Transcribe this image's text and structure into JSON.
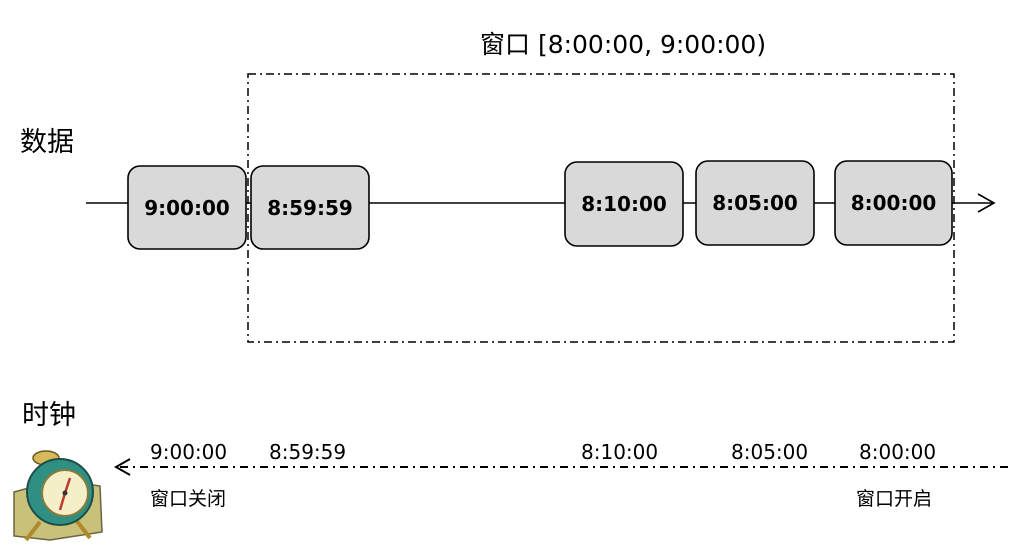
{
  "window": {
    "title": "窗口 [8:00:00, 9:00:00)"
  },
  "data_row": {
    "label": "数据",
    "events": [
      {
        "time": "9:00:00"
      },
      {
        "time": "8:59:59"
      },
      {
        "time": "8:10:00"
      },
      {
        "time": "8:05:00"
      },
      {
        "time": "8:00:00"
      }
    ]
  },
  "clock_row": {
    "label": "时钟",
    "ticks": [
      {
        "time": "9:00:00"
      },
      {
        "time": "8:59:59"
      },
      {
        "time": "8:10:00"
      },
      {
        "time": "8:05:00"
      },
      {
        "time": "8:00:00"
      }
    ],
    "window_close_label": "窗口关闭",
    "window_open_label": "窗口开启",
    "icon": "alarm-clock-icon"
  },
  "colors": {
    "event_fill": "#d9d9d9",
    "line": "#000000",
    "clock_body": "#2f8f83",
    "clock_bell": "#d7b85a",
    "clock_base": "#c9c07a"
  }
}
